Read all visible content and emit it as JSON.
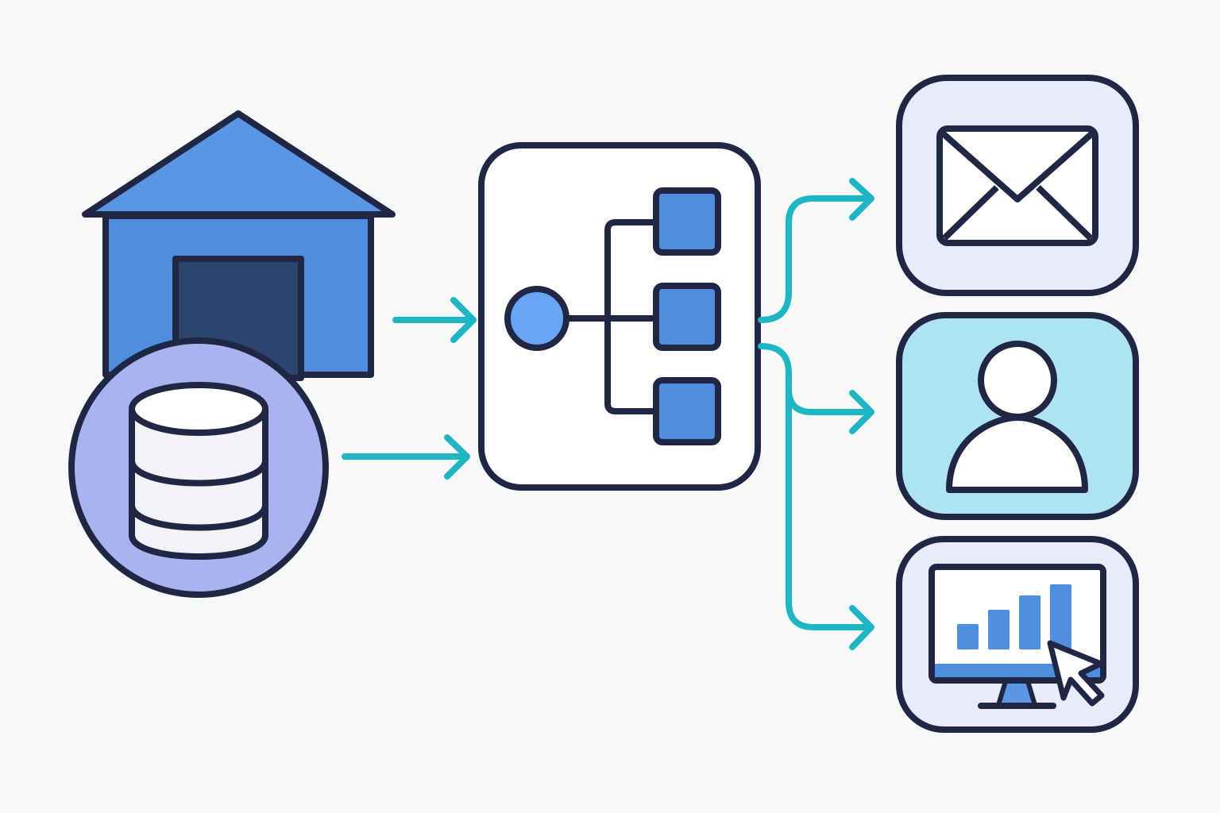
{
  "diagram": {
    "type": "data-flow",
    "sources": [
      {
        "id": "warehouse",
        "icon": "warehouse-icon"
      },
      {
        "id": "database",
        "icon": "database-icon"
      }
    ],
    "hub": {
      "id": "router",
      "icon": "hierarchy-node-icon",
      "branches": 3
    },
    "destinations": [
      {
        "id": "email",
        "icon": "envelope-icon"
      },
      {
        "id": "user",
        "icon": "user-profile-icon"
      },
      {
        "id": "dashboard",
        "icon": "bar-chart-monitor-icon"
      }
    ],
    "dashboard_bars": [
      0.32,
      0.5,
      0.68,
      0.82
    ]
  },
  "colors": {
    "background": "#f7f8fa",
    "outline": "#1f2744",
    "arrow": "#1eb6c3",
    "blue": "#5b96e4",
    "blue_dark": "#4f8edf",
    "door": "#2d4470",
    "db_circle": "#a9b3ef",
    "db_body": "#f1f3f6",
    "hub_node": "#66a6f4",
    "card_light": "#e9eafa",
    "card_teal": "#ade4ef",
    "white": "#ffffff"
  }
}
